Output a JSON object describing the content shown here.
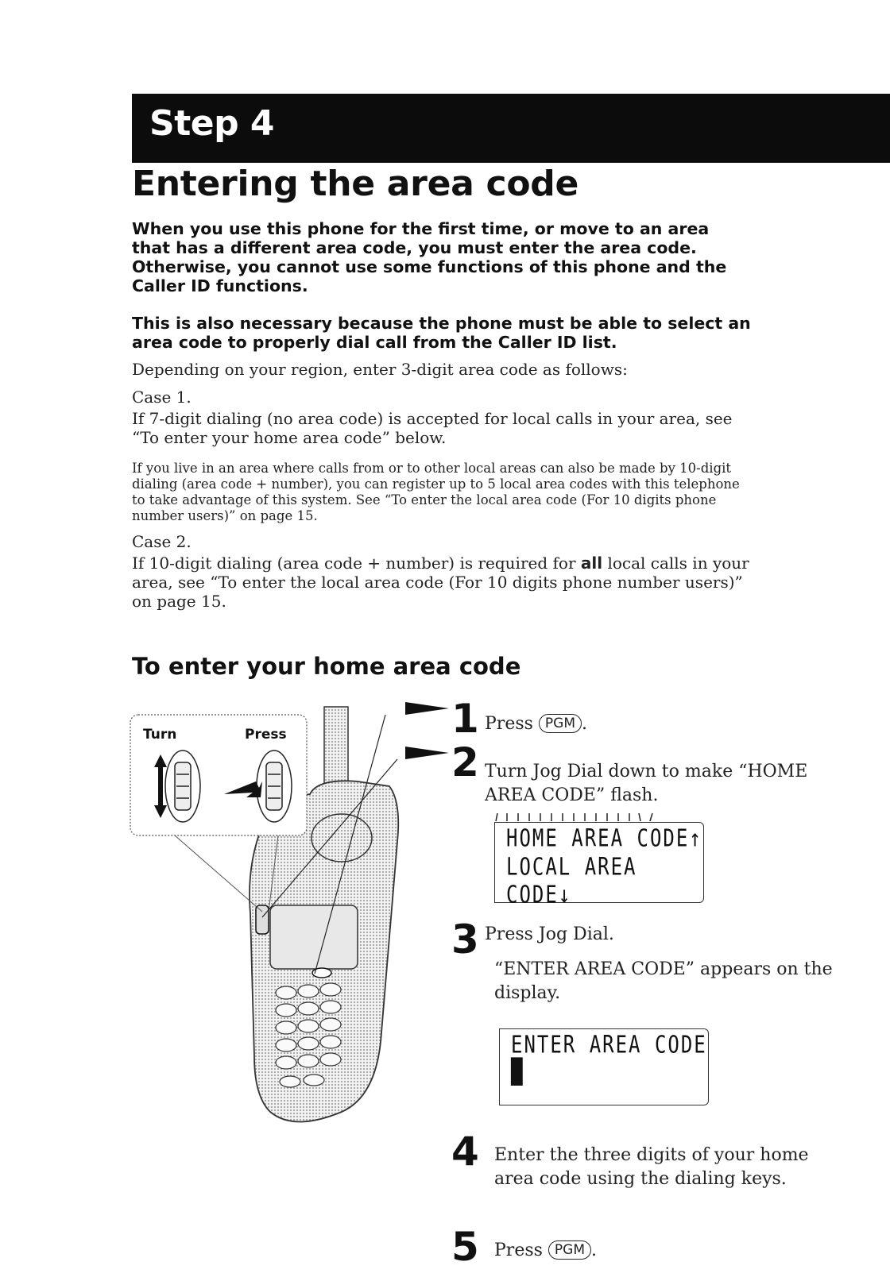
{
  "header": {
    "step_label": "Step 4"
  },
  "title": "Entering the area code",
  "intro": {
    "bold_1": "When you use this phone for the first time, or move to an area that has a different area code, you must enter the area code. Otherwise, you cannot use some functions of this phone and the Caller ID functions.",
    "bold_2": "This is also necessary because the phone must be able to select an area code to properly dial call from the Caller ID list.",
    "depending": "Depending on your region, enter 3-digit area code as follows:",
    "case1_label": "Case 1.",
    "case1_text": "If 7-digit dialing (no area code) is accepted for local calls in your area, see “To enter your home area code” below.",
    "case1_note": "If you live in an area where calls from or to other local areas can also be made by 10-digit dialing (area code + number), you can register up to 5 local area codes with this telephone to take advantage of this system. See “To enter the local area code (For 10 digits phone number users)” on page 15.",
    "case2_label": "Case 2.",
    "case2_before": "If 10-digit dialing (area code + number) is required for ",
    "case2_bold": "all",
    "case2_after": " local calls in your area, see “To enter the local area code (For 10 digits phone number users)” on page 15."
  },
  "section_title": "To enter your home area code",
  "illustration": {
    "turn_label": "Turn",
    "press_label": "Press"
  },
  "steps": [
    {
      "num": "1",
      "before": "Press ",
      "key": "PGM",
      "after": "."
    },
    {
      "num": "2",
      "text": "Turn Jog Dial down to make “HOME AREA  CODE” flash."
    },
    {
      "num": "3",
      "text": "Press Jog Dial.",
      "text2": "“ENTER  AREA  CODE” appears on the display."
    },
    {
      "num": "4",
      "text": "Enter the three digits of your home area code using the dialing keys."
    },
    {
      "num": "5",
      "before": "Press ",
      "key": "PGM",
      "after": "."
    }
  ],
  "display1": {
    "line1": "HOME AREA CODE",
    "line2": "LOCAL AREA CODE"
  },
  "display2": {
    "line1": "ENTER AREA CODE",
    "cursor": "█"
  }
}
